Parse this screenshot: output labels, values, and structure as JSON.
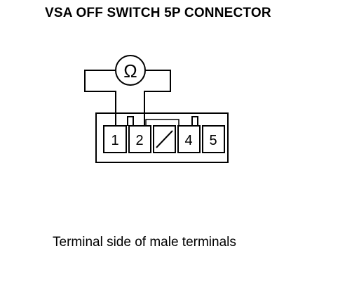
{
  "title": "VSA OFF SWITCH 5P CONNECTOR",
  "meter_symbol": "Ω",
  "terminals": [
    "1",
    "2",
    "",
    "4",
    "5"
  ],
  "caption": "Terminal side of male terminals"
}
